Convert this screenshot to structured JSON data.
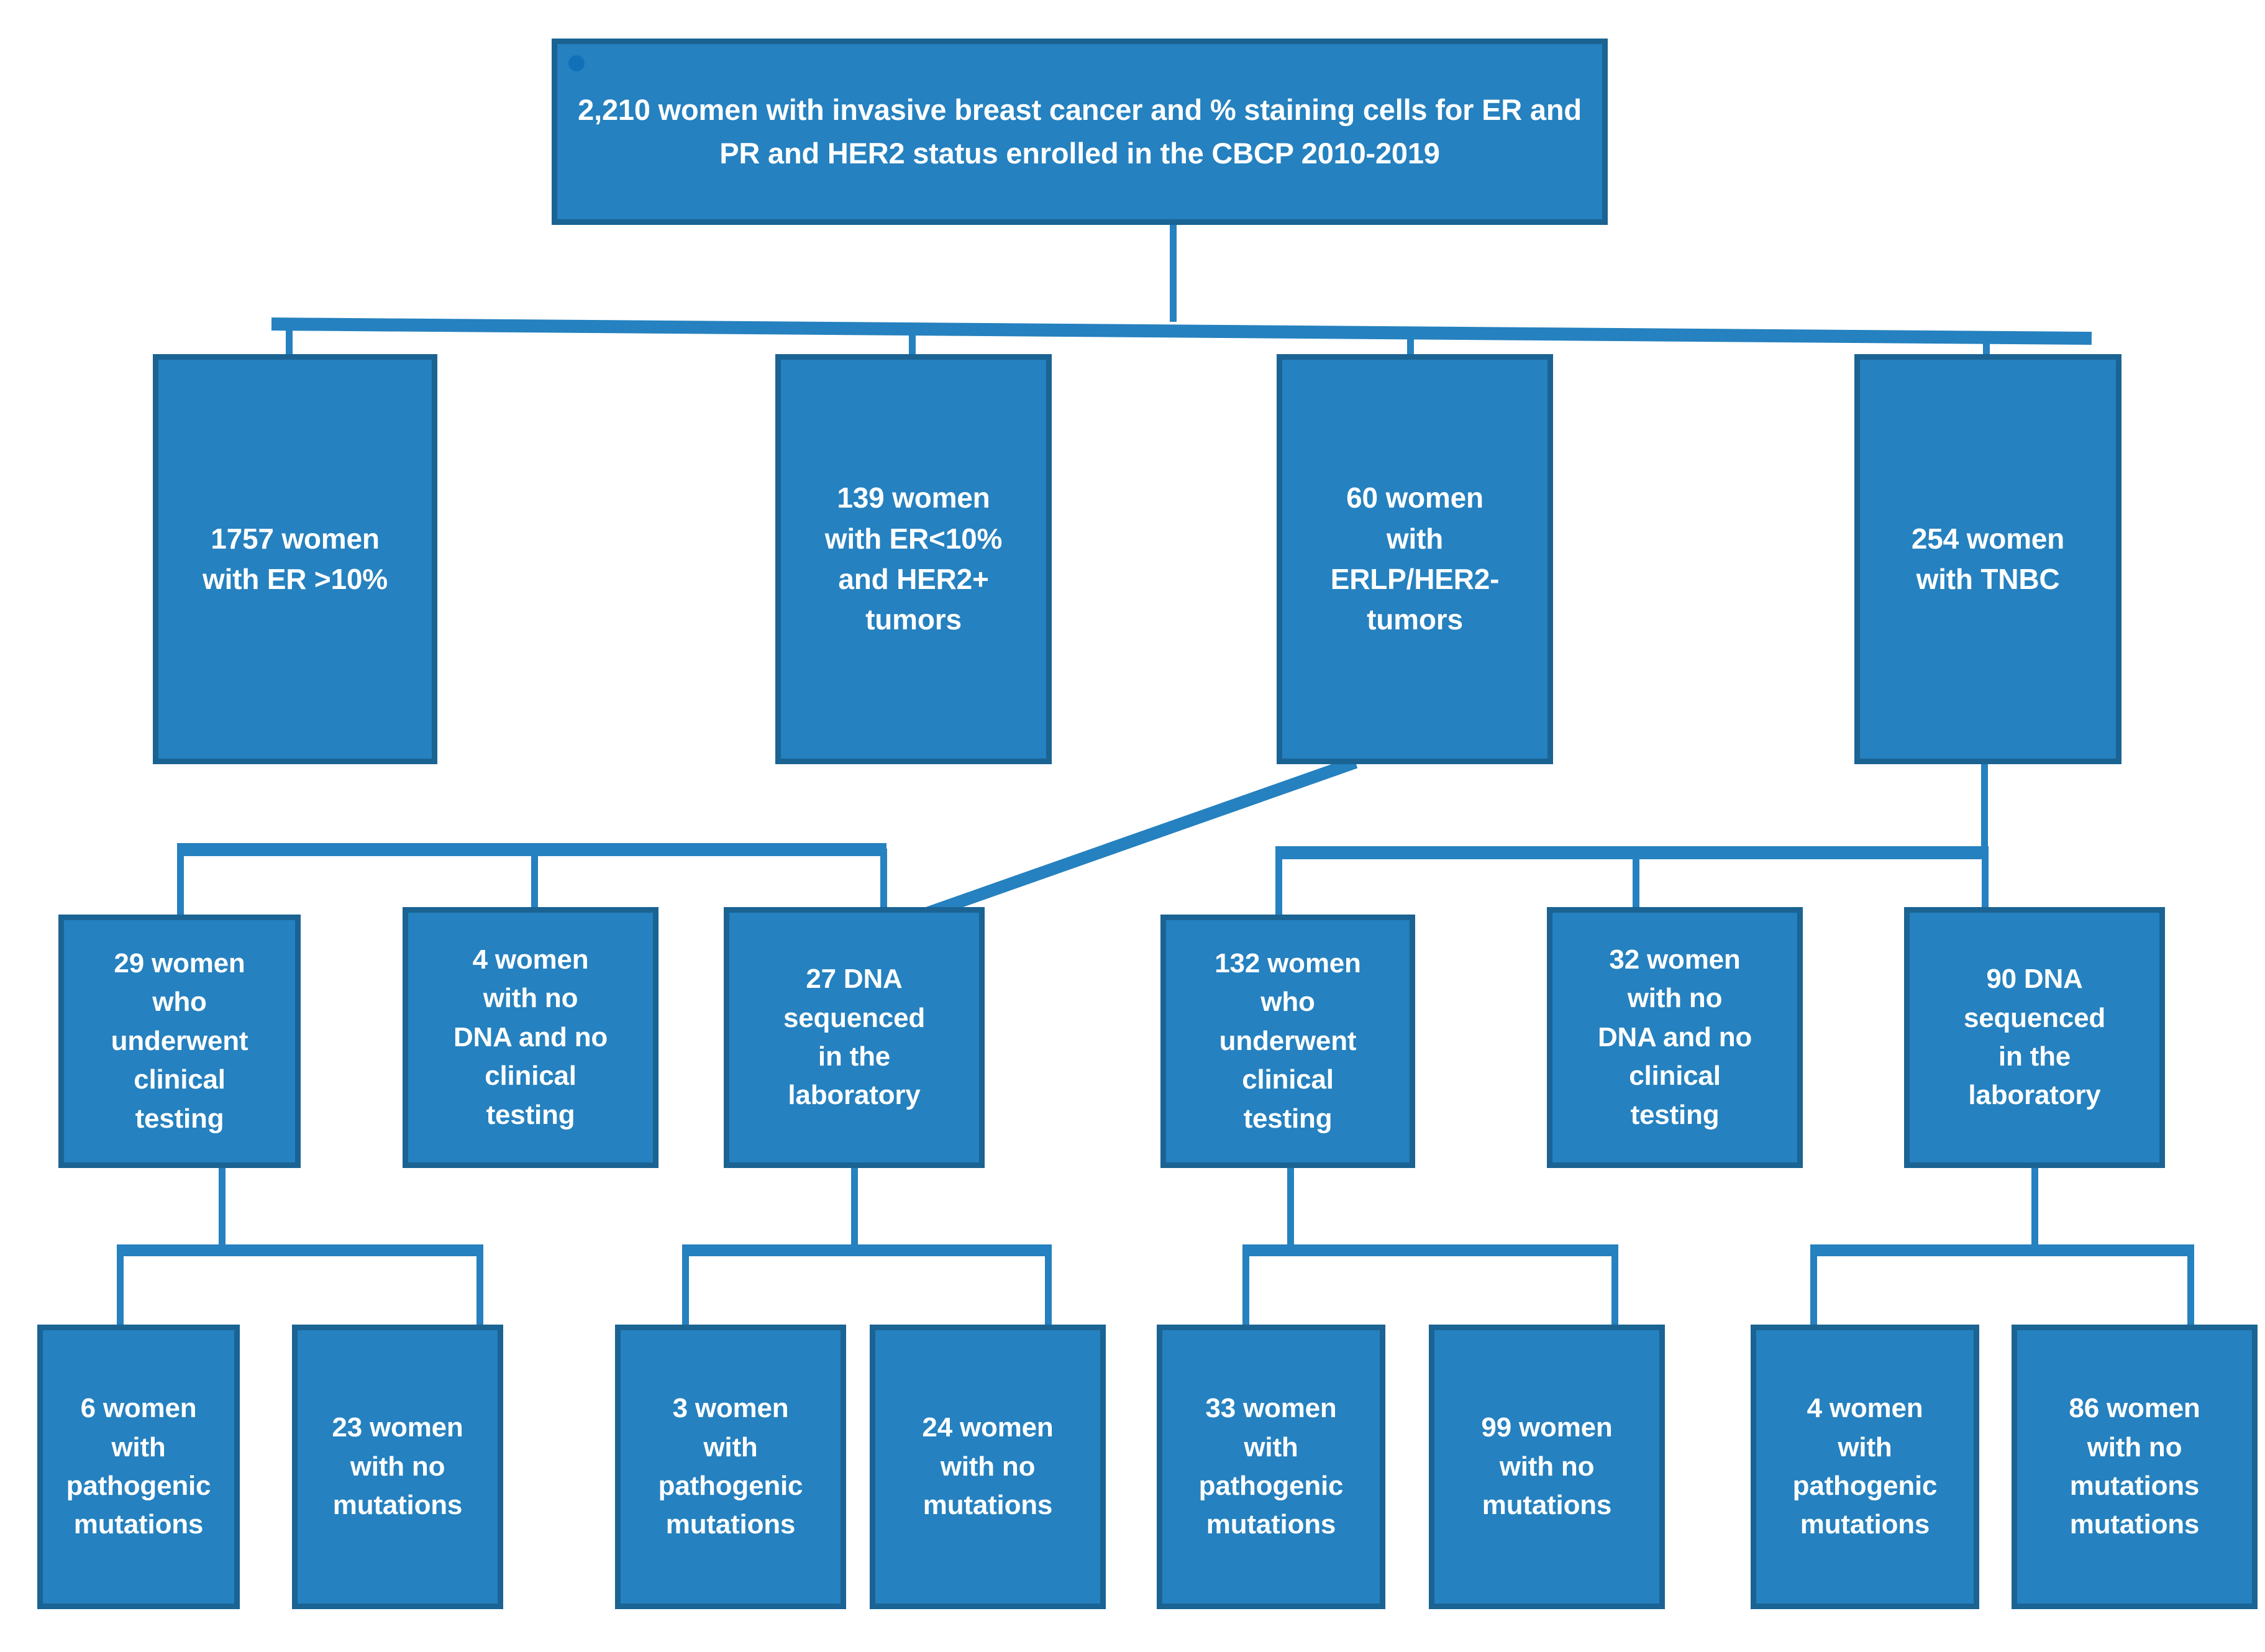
{
  "diagram": {
    "title": "CBCP breast cancer cohort flow diagram",
    "colors": {
      "box_fill": "#2581BF",
      "box_border": "#1A6393",
      "connector": "#2581BF",
      "text": "#FFFFFF",
      "background": "#FFFFFF",
      "bullet": "#1170B8"
    }
  },
  "nodes": {
    "root": {
      "id": "root",
      "label": "2,210 women with invasive breast cancer and % staining cells for ER and PR and HER2 status enrolled in the CBCP 2010-2019",
      "count": 2210
    },
    "level2": [
      {
        "id": "er-gt-10",
        "label": "1757 women\nwith ER >10%",
        "count": 1757
      },
      {
        "id": "er-lt-10-her2-pos",
        "label": "139 women\nwith ER<10%\nand HER2+\ntumors",
        "count": 139
      },
      {
        "id": "erlp-her2-neg",
        "label": "60 women\nwith\nERLP/HER2-\ntumors",
        "count": 60
      },
      {
        "id": "tnbc",
        "label": "254 women\nwith TNBC",
        "count": 254
      }
    ],
    "level3": [
      {
        "id": "erlp-clinical-testing",
        "label": "29 women\nwho\nunderwent\nclinical\ntesting",
        "count": 29
      },
      {
        "id": "erlp-no-dna",
        "label": "4 women\nwith no\nDNA and no\nclinical\ntesting",
        "count": 4
      },
      {
        "id": "erlp-dna-sequenced",
        "label": "27 DNA\nsequenced\nin the\nlaboratory",
        "count": 27
      },
      {
        "id": "tnbc-clinical-testing",
        "label": "132 women\nwho\nunderwent\nclinical\ntesting",
        "count": 132
      },
      {
        "id": "tnbc-no-dna",
        "label": "32 women\nwith no\nDNA and no\nclinical\ntesting",
        "count": 32
      },
      {
        "id": "tnbc-dna-sequenced",
        "label": "90 DNA\nsequenced\nin the\nlaboratory",
        "count": 90
      }
    ],
    "level4": [
      {
        "id": "erlp-clinical-pathogenic",
        "label": "6 women\nwith\npathogenic\nmutations",
        "count": 6
      },
      {
        "id": "erlp-clinical-none",
        "label": "23 women\nwith no\nmutations",
        "count": 23
      },
      {
        "id": "erlp-seq-pathogenic",
        "label": "3 women\nwith\npathogenic\nmutations",
        "count": 3
      },
      {
        "id": "erlp-seq-none",
        "label": "24 women\nwith no\nmutations",
        "count": 24
      },
      {
        "id": "tnbc-clinical-pathogenic",
        "label": "33 women\nwith\npathogenic\nmutations",
        "count": 33
      },
      {
        "id": "tnbc-clinical-none",
        "label": "99 women\nwith no\nmutations",
        "count": 99
      },
      {
        "id": "tnbc-seq-pathogenic",
        "label": "4 women\nwith\npathogenic\nmutations",
        "count": 4
      },
      {
        "id": "tnbc-seq-none",
        "label": "86 women\nwith no\nmutations\nmutations",
        "count": 86
      }
    ]
  }
}
